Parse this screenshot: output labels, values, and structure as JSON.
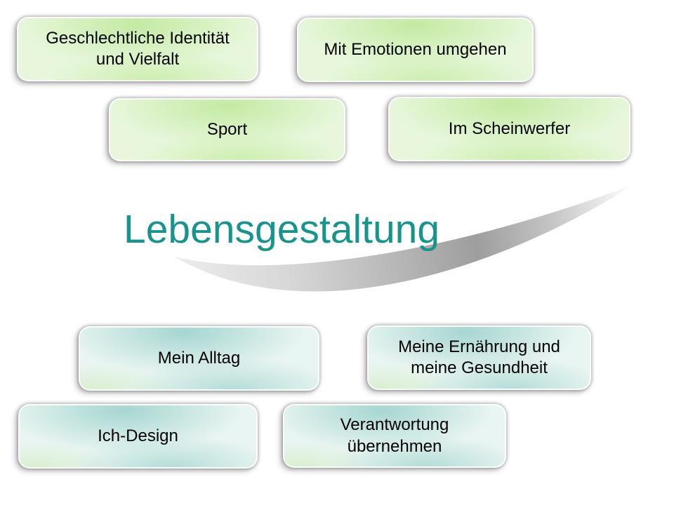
{
  "slide": {
    "title": "Lebensgestaltung",
    "title_color": "#17948c",
    "background_color": "#ffffff",
    "swoosh_colors": {
      "light": "#ededed",
      "dark": "#9e9e9e"
    },
    "box_text_color": "#000000",
    "box_colors": {
      "green_strong": "#c3eaa2",
      "green_light": "#e8f7dc",
      "teal_strong": "#a6d6d1",
      "teal_light": "#e9f5f2"
    },
    "boxes": [
      {
        "label": "Geschlechtliche Identität und Vielfalt",
        "group": "green"
      },
      {
        "label": "Mit Emotionen umgehen",
        "group": "green"
      },
      {
        "label": "Sport",
        "group": "green"
      },
      {
        "label": "Im Scheinwerfer",
        "group": "green"
      },
      {
        "label": "Mein Alltag",
        "group": "teal"
      },
      {
        "label": "Meine Ernährung und meine Gesundheit",
        "group": "teal"
      },
      {
        "label": "Ich-Design",
        "group": "teal"
      },
      {
        "label": "Verantwortung übernehmen",
        "group": "teal"
      }
    ]
  }
}
